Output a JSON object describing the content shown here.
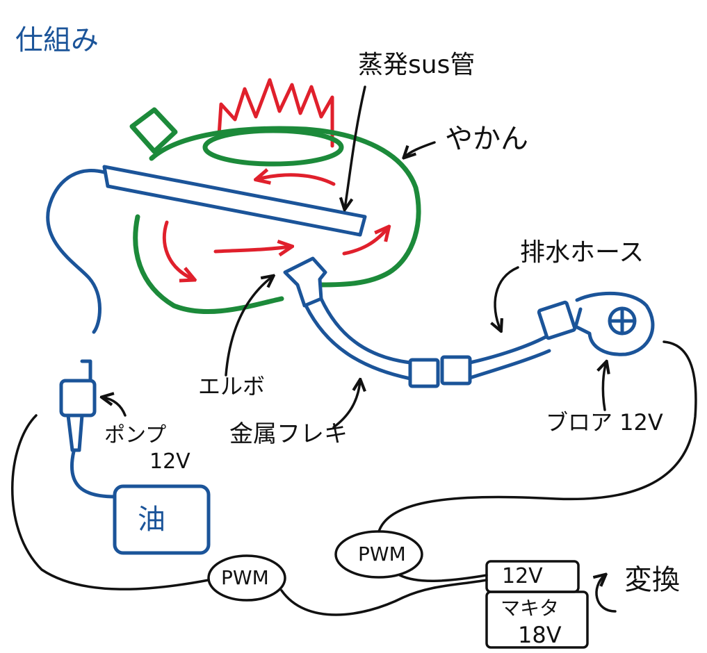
{
  "diagram": {
    "title": "仕組み",
    "labels": {
      "evaporator": "蒸発sus管",
      "kettle": "やかん",
      "drain_hose": "排水ホース",
      "elbow": "エルボ",
      "flexible_metal": "金属フレキ",
      "blower": "ブロア 12V",
      "pump_name": "ポンプ",
      "pump_voltage": "12V",
      "oil_tank": "油",
      "pwm_left": "PWM",
      "pwm_right": "PWM",
      "converter_in": "12V",
      "converter_out_a": "マキタ",
      "converter_out_b": "18V",
      "converter_note": "変換"
    },
    "colors": {
      "pipe": "#1b5499",
      "kettle": "#1c8a3a",
      "flame_flow": "#e0202c",
      "annotation": "#111111"
    }
  }
}
